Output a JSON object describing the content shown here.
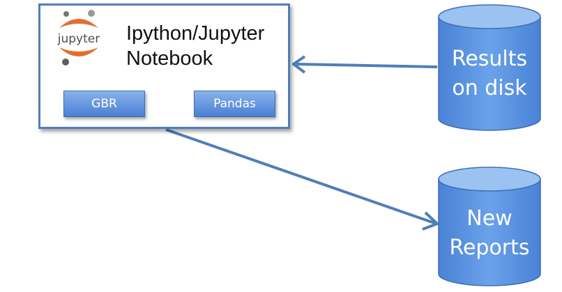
{
  "notebook": {
    "logo_text": "jupyter",
    "title_line1": "Ipython/Jupyter",
    "title_line2": "Notebook",
    "libraries": [
      "GBR",
      "Pandas"
    ]
  },
  "storage": {
    "results": {
      "line1": "Results",
      "line2": "on disk"
    },
    "reports": {
      "line1": "New",
      "line2": "Reports"
    }
  },
  "colors": {
    "box_border": "#4f7eb7",
    "arrow": "#4f7eb7",
    "button_fill": "#5b8fdc",
    "cylinder_fill": "#5c95e2",
    "jupyter_orange": "#e46e2e"
  }
}
